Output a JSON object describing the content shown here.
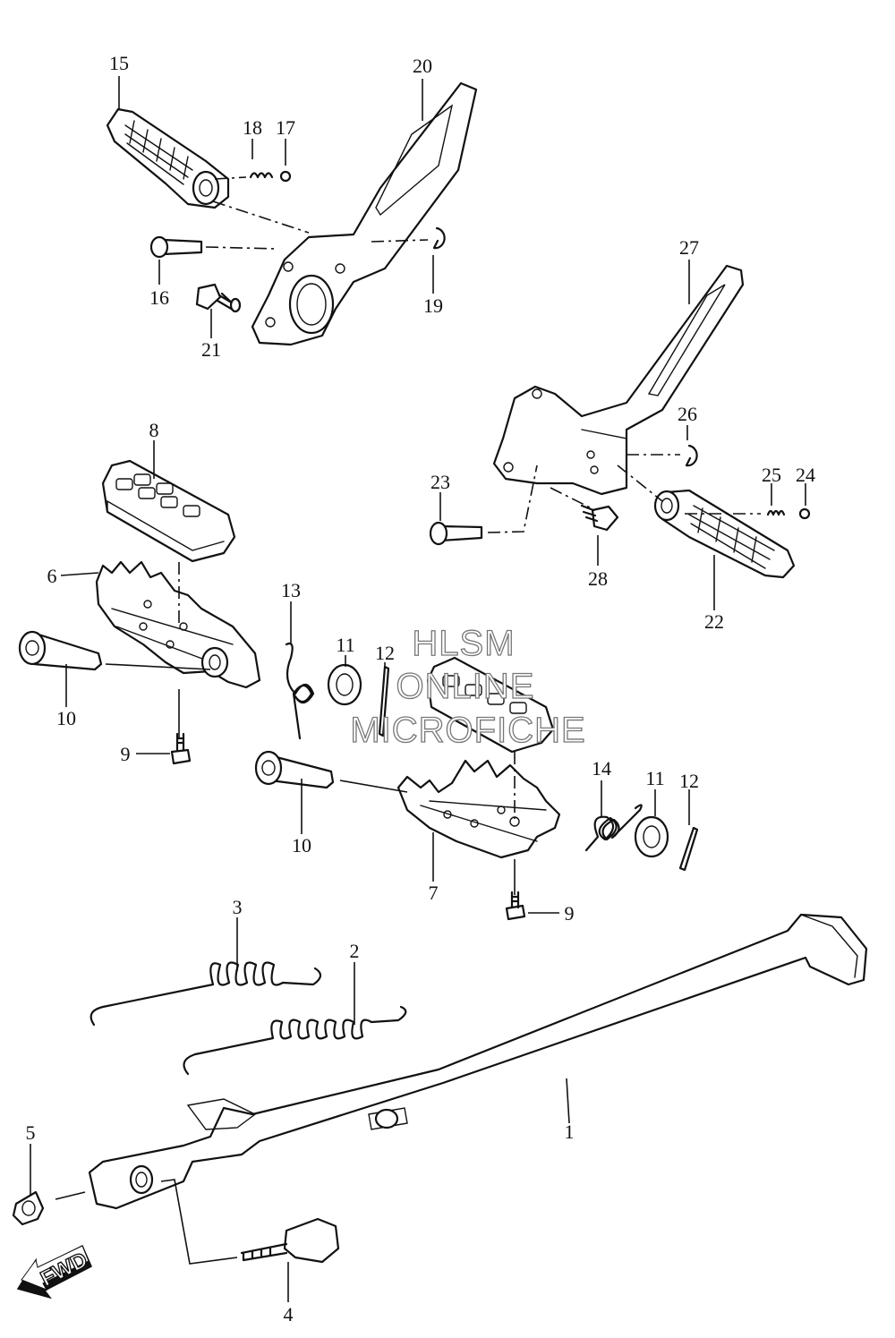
{
  "callouts": [
    "15",
    "20",
    "18",
    "17",
    "16",
    "19",
    "21",
    "27",
    "26",
    "23",
    "25",
    "24",
    "28",
    "22",
    "8",
    "6",
    "13",
    "11",
    "12",
    "10",
    "9",
    "10",
    "14",
    "11",
    "12",
    "7",
    "9",
    "3",
    "2",
    "1",
    "5",
    "4"
  ],
  "watermark": {
    "line1": "HLSM",
    "line2": "ONLINE",
    "line3": "MICROFICHE"
  },
  "direction_badge": {
    "label": "FWD",
    "icon": "forward-arrow-icon"
  }
}
